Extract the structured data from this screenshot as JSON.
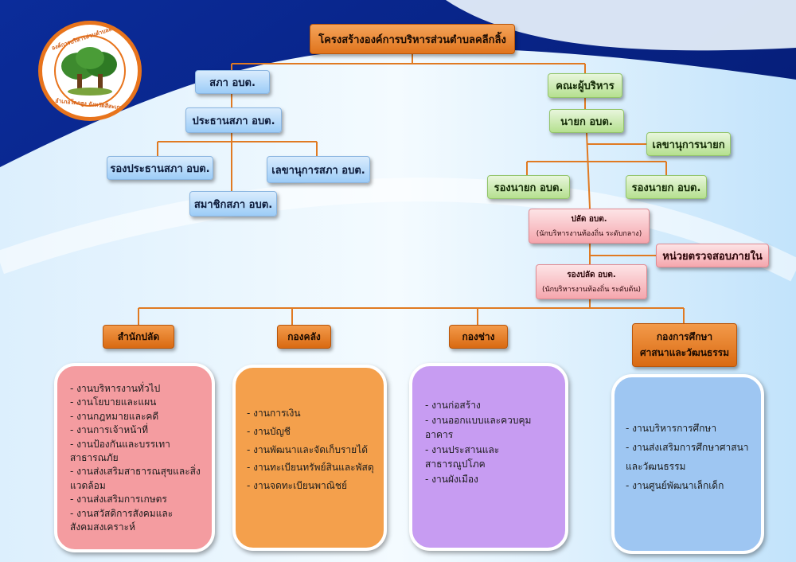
{
  "title": "โครงสร้างองค์การบริหารส่วนตำบลคลีกลิ้ง",
  "logo": {
    "top_text": "องค์การบริหารส่วนตำบลคลีกลิ้ง",
    "bottom_text": "อำเภอโคกสูง  จังหวัดสีสะเกษ"
  },
  "council": {
    "head": "สภา อบต.",
    "president": "ประธานสภา อบต.",
    "vice_president": "รองประธานสภา อบต.",
    "secretary": "เลขานุการสภา อบต.",
    "member": "สมาชิกสภา อบต."
  },
  "executive": {
    "head": "คณะผู้บริหาร",
    "mayor": "นายก อบต.",
    "secretary": "เลขานุการนายก",
    "deputy_left": "รองนายก อบต.",
    "deputy_right": "รองนายก อบต.",
    "palad_title": "ปลัด อบต.",
    "palad_sub": "(นักบริหารงานท้องถิ่น ระดับกลาง)",
    "audit": "หน่วยตรวจสอบภายใน",
    "deputy_palad_title": "รองปลัด อบต.",
    "deputy_palad_sub": "(นักบริหารงานท้องถิ่น ระดับต้น)"
  },
  "departments": [
    {
      "name": "สำนักปลัด",
      "items": [
        "- งานบริหารงานทั่วไป",
        "- งานโยบายและแผน",
        "- งานกฎหมายและคดี",
        "- งานการเจ้าหน้าที่",
        "- งานป้องกันและบรรเทาสาธารณภัย",
        "- งานส่งเสริมสาธารณสุขและสิ่งแวดล้อม",
        "- งานส่งเสริมการเกษตร",
        "- งานสวัสดิการสังคมและสังคมสงเคราะห์"
      ]
    },
    {
      "name": "กองคลัง",
      "items": [
        "- งานการเงิน",
        "- งานบัญชี",
        "- งานพัฒนาและจัดเก็บรายได้",
        "- งานทะเบียนทรัพย์สินและพัสดุ",
        "- งานจดทะเบียนพาณิชย์"
      ]
    },
    {
      "name": "กองช่าง",
      "items": [
        "- งานก่อสร้าง",
        "- งานออกแบบและควบคุมอาคาร",
        "- งานประสานและสาธารณูปโภค",
        "- งานผังเมือง"
      ]
    },
    {
      "name_line1": "กองการศึกษา",
      "name_line2": "ศาสนาและวัฒนธรรม",
      "items": [
        "- งานบริหารการศึกษา",
        "- งานส่งเสริมการศึกษาศาสนาและวัฒนธรรม",
        "- งานศูนย์พัฒนาเล็กเด็ก"
      ]
    }
  ],
  "colors": {
    "connector": "#e07a22",
    "dept1_panel": "#f49ca0",
    "dept2_panel": "#f4a04c",
    "dept3_panel": "#c79cf2",
    "dept4_panel": "#9ec6f2"
  }
}
